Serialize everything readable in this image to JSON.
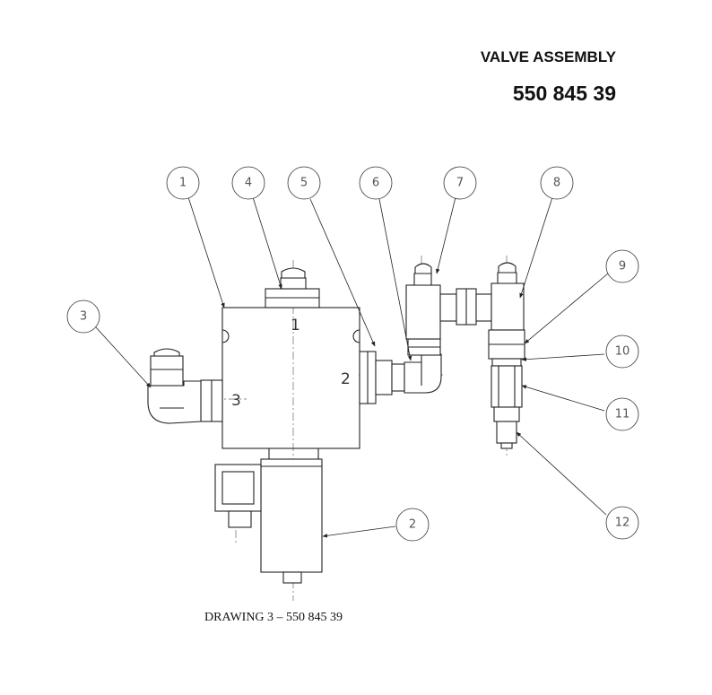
{
  "header": {
    "title": "VALVE ASSEMBLY",
    "part_number": "550 845 39"
  },
  "caption": "DRAWING 3 – 550 845 39",
  "port_labels": [
    "1",
    "2",
    "3"
  ],
  "balloons": [
    "1",
    "2",
    "3",
    "4",
    "5",
    "6",
    "7",
    "8",
    "9",
    "10",
    "11",
    "12"
  ]
}
